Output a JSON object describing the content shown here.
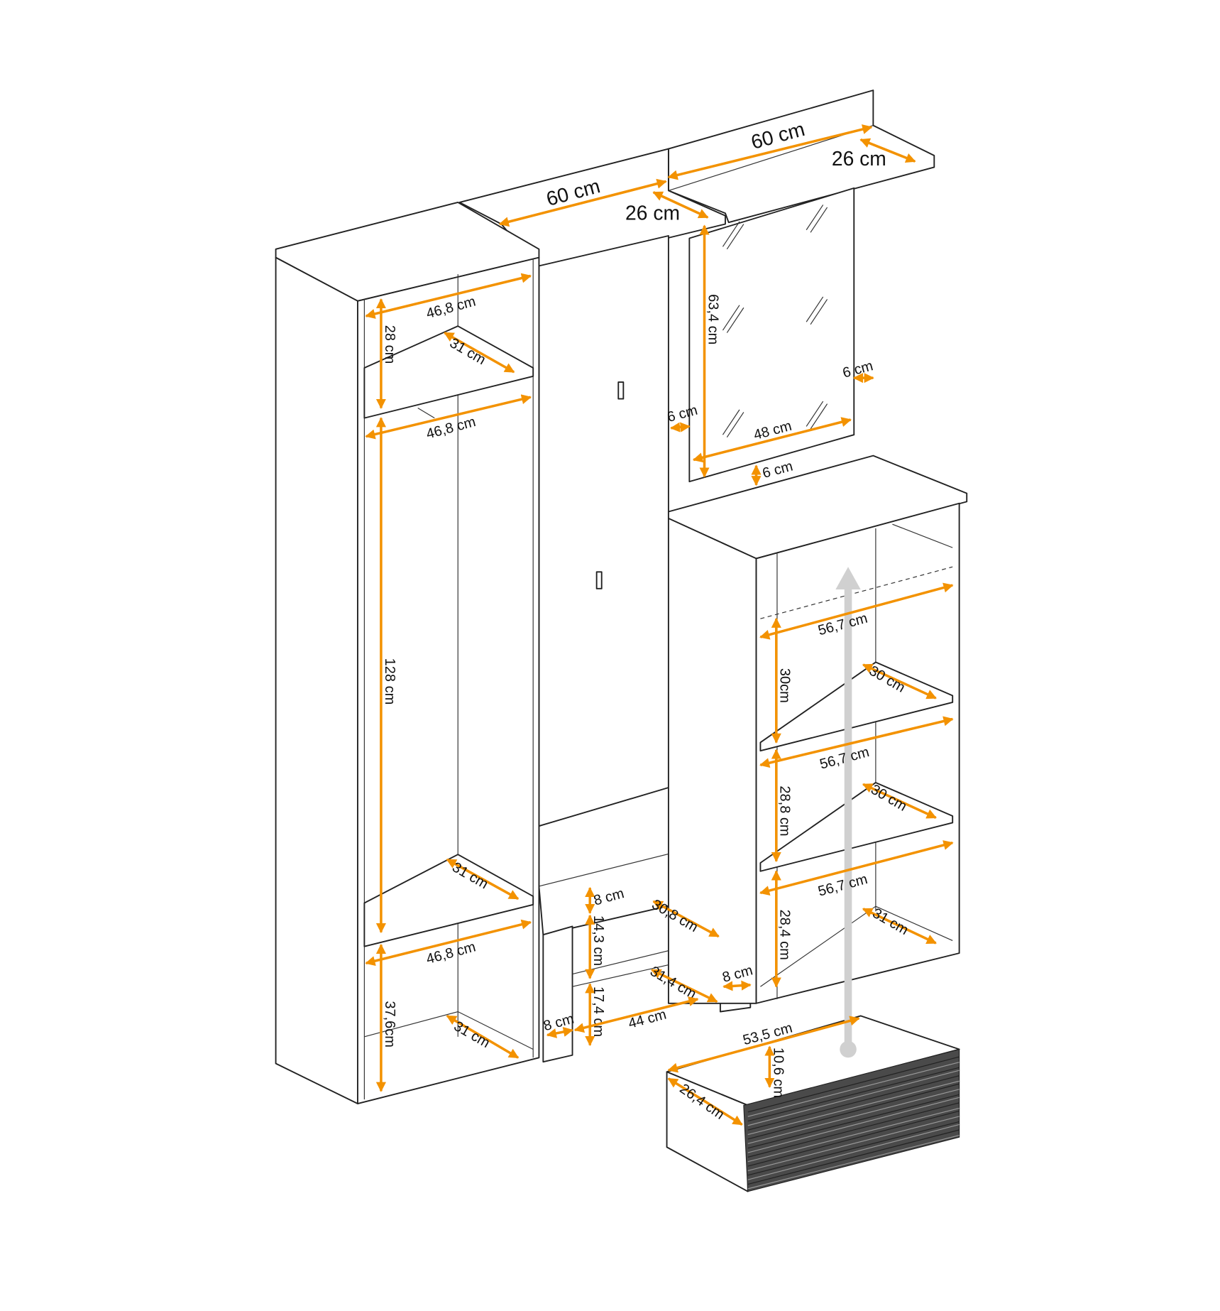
{
  "colors": {
    "dimension": "#f39200",
    "outline": "#222222",
    "arrow": "#d0d0d0",
    "drawer_front": "#4a4a4a"
  },
  "icons": [
    "up-arrow-icon"
  ],
  "dimensions": [
    "60 cm",
    "26 cm",
    "60 cm",
    "26 cm",
    "63,4 cm",
    "6 cm",
    "6 cm",
    "48 cm",
    "6 cm",
    "46,8 cm",
    "28 cm",
    "31 cm",
    "46,8 cm",
    "128 cm",
    "31 cm",
    "46,8 cm",
    "37,6cm",
    "31 cm",
    "8 cm",
    "14,3 cm",
    "30,8 cm",
    "31,4 cm",
    "8 cm",
    "17,4 cm",
    "8 cm",
    "44 cm",
    "56,7 cm",
    "30cm",
    "30 cm",
    "56,7 cm",
    "28,8 cm",
    "30 cm",
    "56,7 cm",
    "28,4 cm",
    "31 cm",
    "53,5 cm",
    "10,6 cm",
    "26,4 cm"
  ]
}
